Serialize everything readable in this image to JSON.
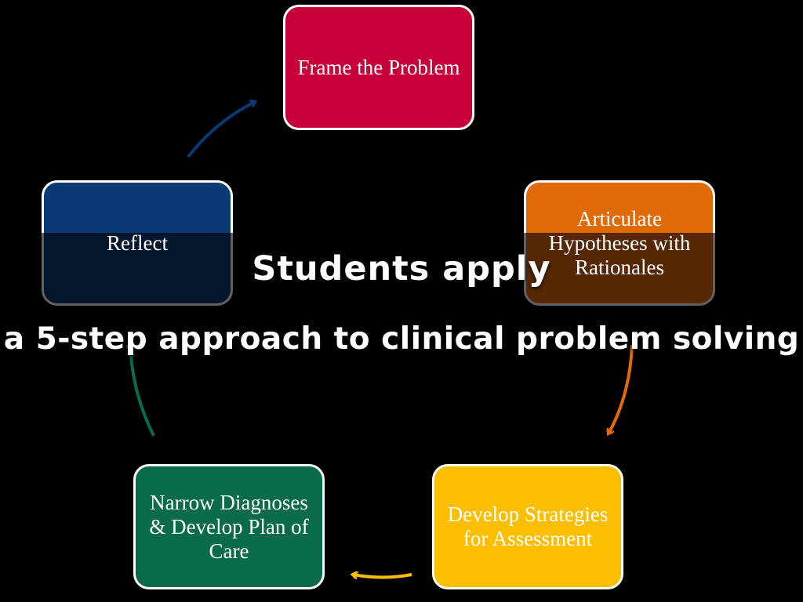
{
  "steps": [
    {
      "label": "Frame the Problem",
      "color": "#c8003a"
    },
    {
      "label": "Articulate Hypotheses with Rationales",
      "color": "#e06a08"
    },
    {
      "label": "Develop Strategies for Assessment",
      "color": "#fbbe00"
    },
    {
      "label": "Narrow Diagnoses & Develop Plan of Care",
      "color": "#0a6b4b"
    },
    {
      "label": "Reflect",
      "color": "#0a3a73"
    }
  ],
  "arrow_colors": {
    "reflect_to_frame": "#0a3a73",
    "articulate_to_develop": "#e06a08",
    "develop_to_narrow": "#fbbe00",
    "narrow_to_reflect": "#0a6b4b"
  },
  "headline": {
    "line1": "Students apply",
    "line2": "a 5-step approach to clinical problem solving"
  }
}
